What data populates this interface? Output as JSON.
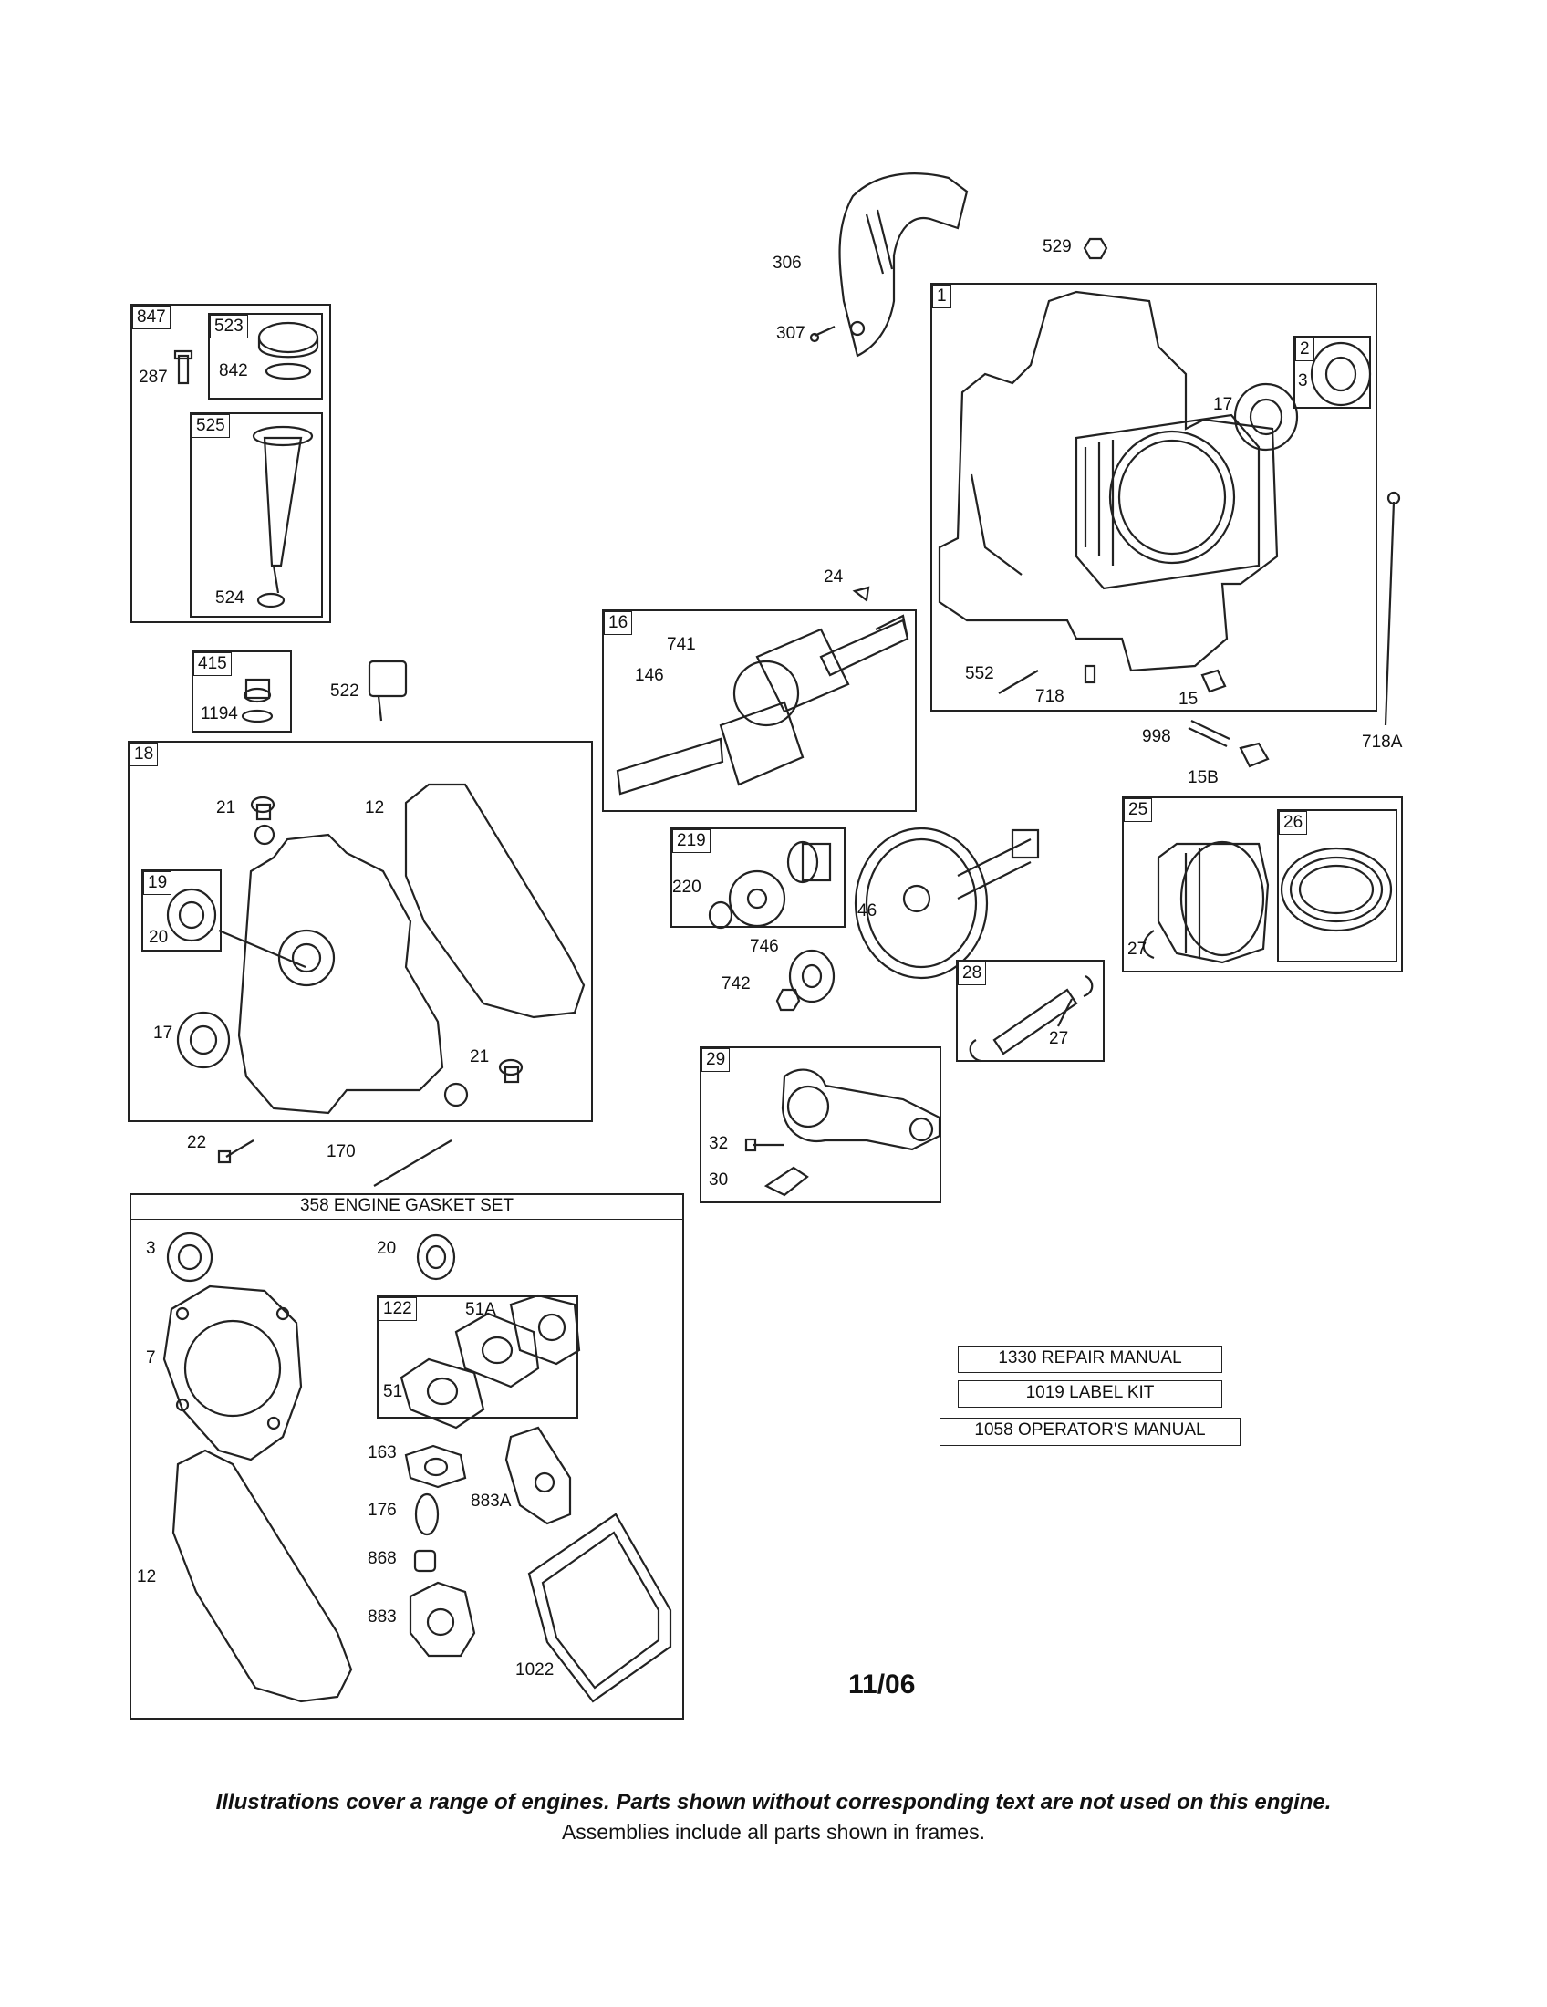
{
  "labels": {
    "l306": "306",
    "l307": "307",
    "l529": "529",
    "l1": "1",
    "l2": "2",
    "l3": "3",
    "l17a": "17",
    "l552": "552",
    "l718": "718",
    "l15": "15",
    "l998": "998",
    "l15b": "15B",
    "l718a": "718A",
    "l847": "847",
    "l523": "523",
    "l842": "842",
    "l287": "287",
    "l525": "525",
    "l524": "524",
    "l415": "415",
    "l1194": "1194",
    "l522": "522",
    "l24": "24",
    "l16": "16",
    "l741": "741",
    "l146": "146",
    "l18": "18",
    "l21a": "21",
    "l12a": "12",
    "l19": "19",
    "l20a": "20",
    "l17b": "17",
    "l21b": "21",
    "l22": "22",
    "l170": "170",
    "l219": "219",
    "l220": "220",
    "l46": "46",
    "l746": "746",
    "l742": "742",
    "l25": "25",
    "l26": "26",
    "l27a": "27",
    "l28": "28",
    "l27b": "27",
    "l29": "29",
    "l32": "32",
    "l30": "30",
    "l3b": "3",
    "l20b": "20",
    "l7": "7",
    "l122": "122",
    "l51a": "51A",
    "l51": "51",
    "l163": "163",
    "l176": "176",
    "l883a": "883A",
    "l868": "868",
    "l883": "883",
    "l12b": "12",
    "l1022": "1022"
  },
  "gasket_set": {
    "title": "358 ENGINE GASKET SET"
  },
  "kits": {
    "repair_manual": "1330 REPAIR MANUAL",
    "label_kit": "1019 LABEL KIT",
    "operators_manual": "1058 OPERATOR'S MANUAL"
  },
  "date_code": "11/06",
  "footer": {
    "note": "Illustrations cover a range of engines. Parts shown without corresponding text are not used on this engine.",
    "assemblies": "Assemblies include all parts shown in frames."
  }
}
